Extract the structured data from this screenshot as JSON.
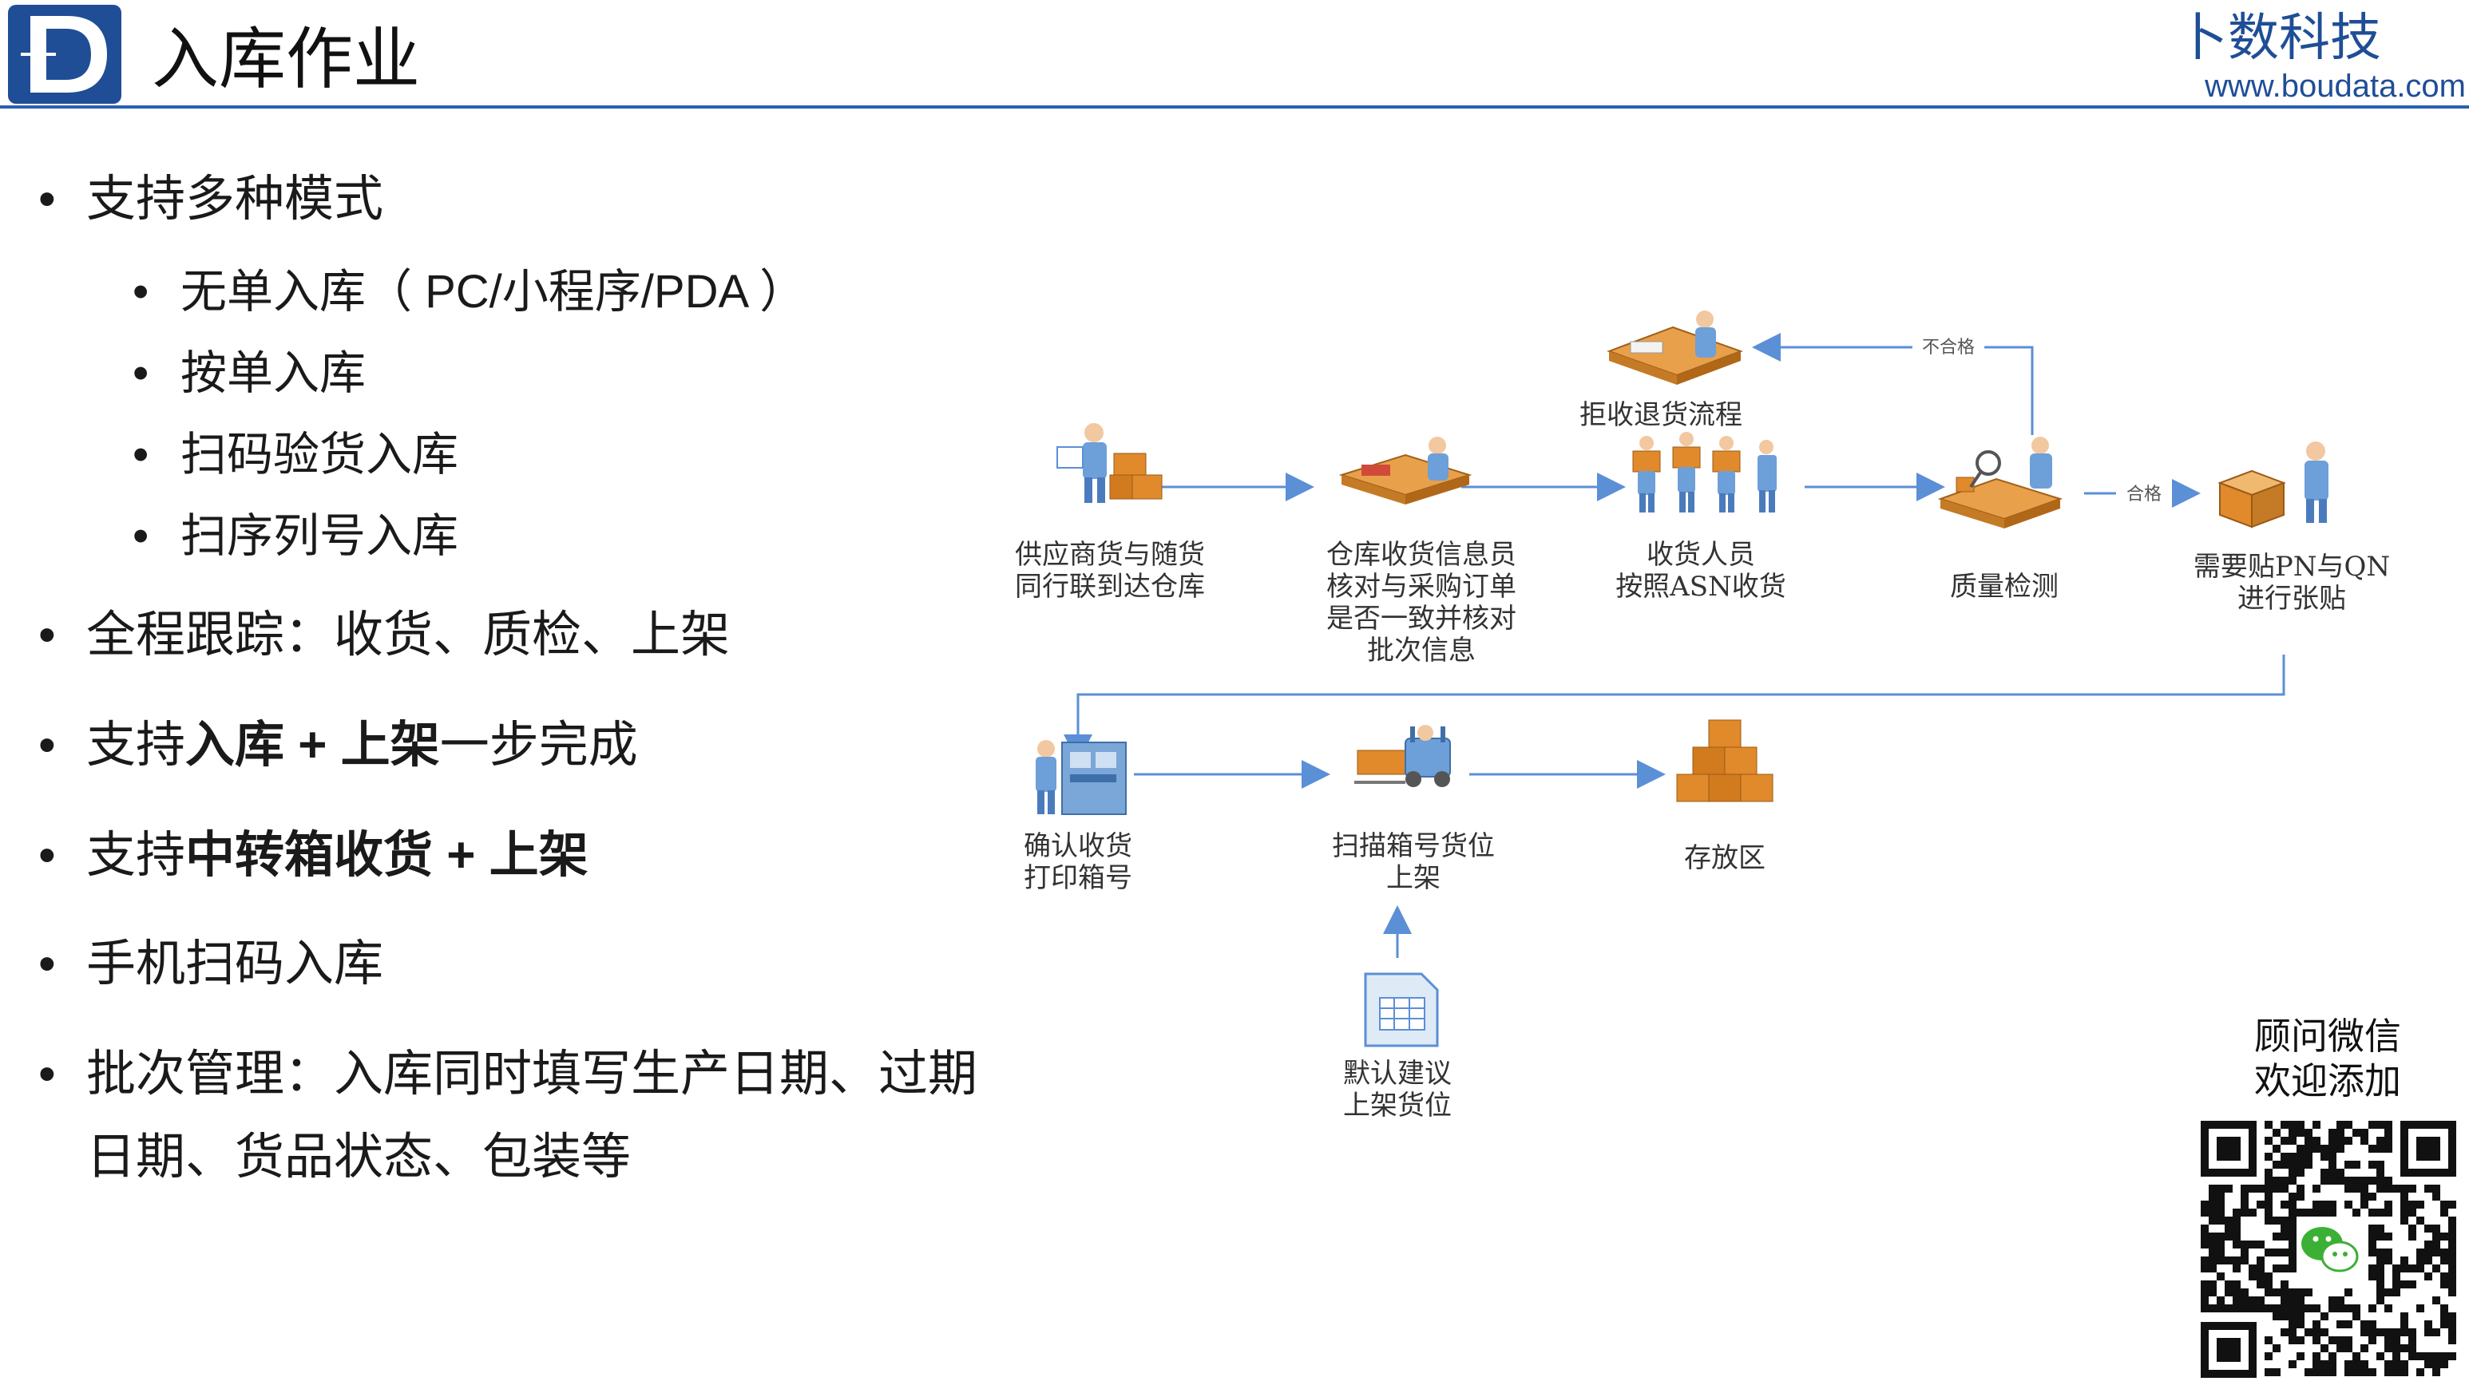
{
  "header": {
    "title": "入库作业",
    "brand_name": "卜数科技",
    "brand_url": "www.boudata.com"
  },
  "bullets": [
    {
      "text": "支持多种模式"
    },
    {
      "text": "无单入库（ PC/小程序/PDA ）"
    },
    {
      "text": "按单入库"
    },
    {
      "text": "扫码验货入库"
    },
    {
      "text": "扫序列号入库"
    },
    {
      "text": "全程跟踪：收货、质检、上架"
    },
    {
      "pre": "支持",
      "bold1": "入库 + 上架",
      "post": "一步完成"
    },
    {
      "pre": "支持",
      "bold1": "中转箱收货 + 上架"
    },
    {
      "text": "手机扫码入库"
    },
    {
      "line1": "批次管理：入库同时填写生产日期、过期",
      "line2": "日期、货品状态、包装等"
    }
  ],
  "diagram": {
    "nodes": [
      {
        "l1": "拒收退货流程"
      },
      {
        "l1": "供应商货与随货",
        "l2": "同行联到达仓库"
      },
      {
        "l1": "仓库收货信息员",
        "l2": "核对与采购订单",
        "l3": "是否一致并核对",
        "l4": "批次信息"
      },
      {
        "l1": "收货人员",
        "l2": "按照ASN收货"
      },
      {
        "l1": "质量检测"
      },
      {
        "l1": "需要贴PN与QN",
        "l2": "进行张贴"
      },
      {
        "l1": "确认收货",
        "l2": "打印箱号"
      },
      {
        "l1": "扫描箱号货位",
        "l2": "上架"
      },
      {
        "l1": "存放区"
      },
      {
        "l1": "默认建议",
        "l2": "上架货位"
      }
    ],
    "edge_labels": {
      "reject": "不合格",
      "pass": "合格"
    }
  },
  "qr": {
    "line1": "顾问微信",
    "line2": "欢迎添加"
  },
  "colors": {
    "brand_blue": "#1f4e96",
    "arrow": "#5b8fd6",
    "header_rule": "#2a5fb3",
    "box_orange": "#e08a2c",
    "figure_blue": "#6d9fd8"
  }
}
